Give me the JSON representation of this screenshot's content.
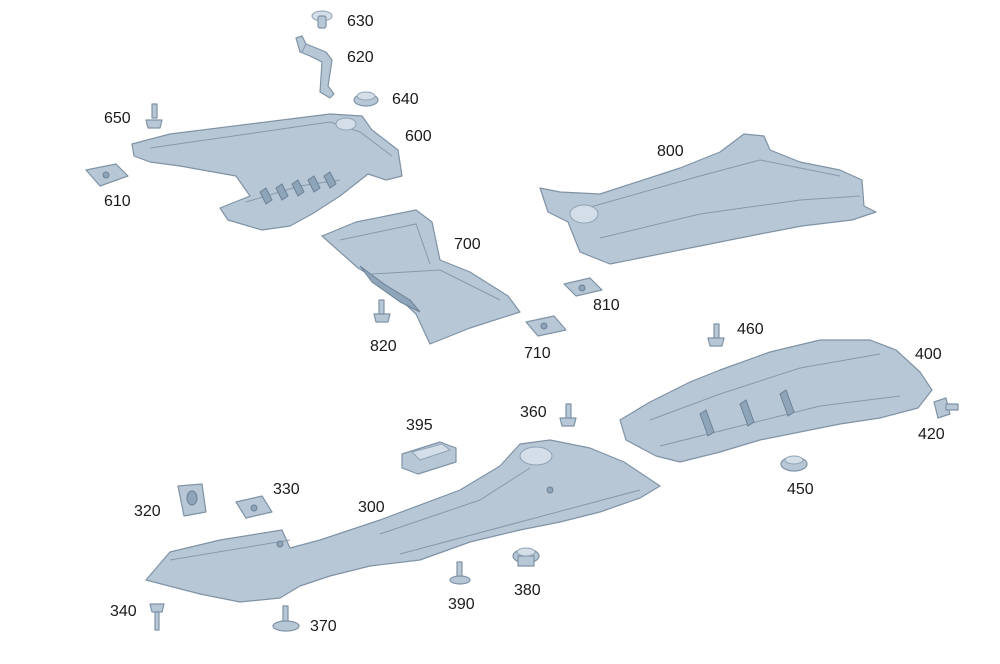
{
  "callouts": {
    "p630": "630",
    "p620": "620",
    "p640": "640",
    "p650": "650",
    "p600": "600",
    "p610": "610",
    "p800": "800",
    "p700": "700",
    "p810": "810",
    "p820": "820",
    "p710": "710",
    "p460": "460",
    "p400": "400",
    "p360": "360",
    "p395": "395",
    "p420": "420",
    "p450": "450",
    "p330": "330",
    "p320": "320",
    "p300": "300",
    "p340": "340",
    "p370": "370",
    "p390": "390",
    "p380": "380"
  },
  "colors": {
    "part_fill": "#b7c7d6",
    "part_outline": "#7f93a6",
    "label_text": "#1a1a1a",
    "background": "#ffffff"
  }
}
